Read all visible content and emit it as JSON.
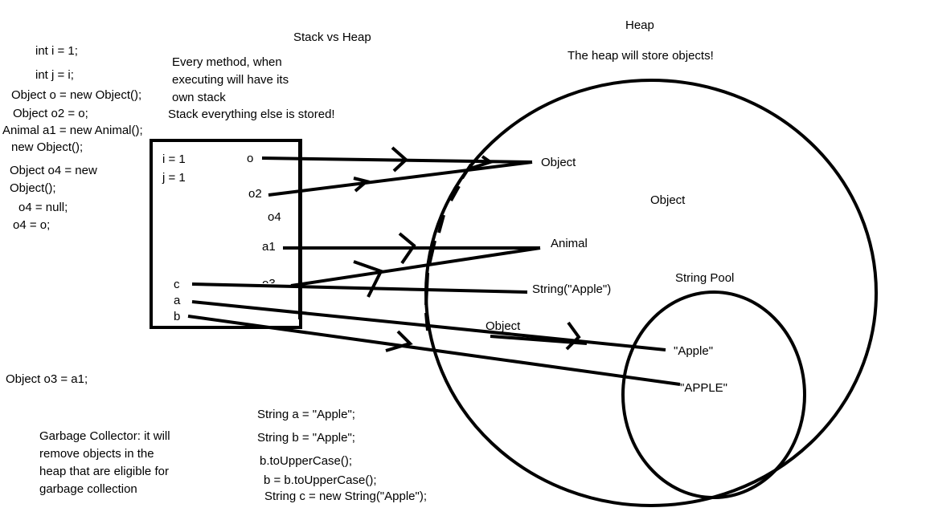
{
  "title": "Stack vs Heap",
  "heap": {
    "title": "Heap",
    "description": "The heap will store objects!"
  },
  "stack_note": {
    "line1": "Every method, when",
    "line2": "executing will have its",
    "line3": "own stack",
    "line4": "Stack everything else is stored!"
  },
  "code_left": [
    "int i = 1;",
    "int j = i;",
    "Object o = new Object();",
    "Object o2 = o;",
    "Animal a1 = new Animal();",
    "new Object();",
    "Object o4 = new",
    "Object();",
    "o4 = null;",
    "o4 = o;"
  ],
  "code_o3": "Object o3 = a1;",
  "gc_note": [
    "Garbage Collector: it will",
    "remove objects in the",
    "heap that are eligible for",
    "garbage collection"
  ],
  "code_strings": [
    "String a = \"Apple\";",
    "String b = \"Apple\";",
    "b.toUpperCase();",
    "b = b.toUpperCase();",
    "String c = new String(\"Apple\");"
  ],
  "stack": {
    "values": [
      "i = 1",
      "j = 1"
    ],
    "refs": [
      "o",
      "o2",
      "o4",
      "a1",
      "o3",
      "c",
      "a",
      "b"
    ]
  },
  "heap_objects": {
    "object1": "Object",
    "object2": "Object",
    "animal": "Animal",
    "string_obj": "String(\"Apple\")",
    "object3": "Object"
  },
  "string_pool": {
    "title": "String Pool",
    "apple": "\"Apple\"",
    "apple_upper": "\"APPLE\""
  }
}
